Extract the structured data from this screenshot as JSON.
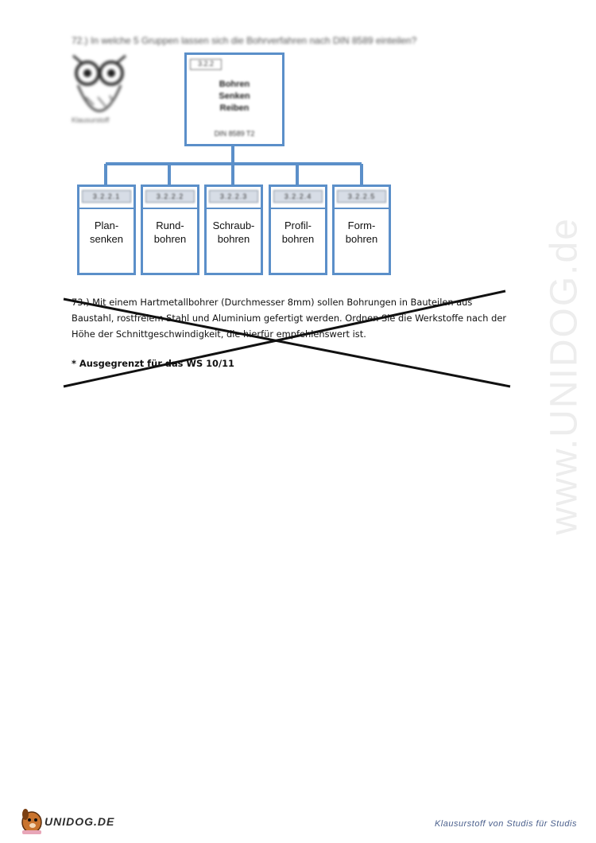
{
  "question72": {
    "text": "72.) In welche 5 Gruppen lassen sich die Bohrverfahren nach DIN 8589 einteilen?"
  },
  "owl": {
    "caption": "Klausurstoff"
  },
  "top_box": {
    "code": "3.2.2",
    "lines": [
      "Bohren",
      "Senken",
      "Reiben"
    ],
    "norm": "DIN 8589 T2"
  },
  "groups": [
    {
      "code": "3.2.2.1",
      "label": "Plan-\nsenken"
    },
    {
      "code": "3.2.2.2",
      "label": "Rund-\nbohren"
    },
    {
      "code": "3.2.2.3",
      "label": "Schraub-\nbohren"
    },
    {
      "code": "3.2.2.4",
      "label": "Profil-\nbohren"
    },
    {
      "code": "3.2.2.5",
      "label": "Form-\nbohren"
    }
  ],
  "question73": {
    "text": "73.) Mit einem Hartmetallbohrer (Durchmesser 8mm) sollen Bohrungen in Bauteilen aus Baustahl, rostfreiem Stahl und Aluminium gefertigt werden. Ordnen Sie die Werkstoffe nach der Höhe der Schnittgeschwindigkeit, die hierfür empfehlenswert ist."
  },
  "note": "* Ausgegrenzt für das WS 10/11",
  "watermark": "www.UNIDOG.de",
  "logo": {
    "text": "UNIDOG.DE"
  },
  "footer": "Klausurstoff von Studis für Studis",
  "colors": {
    "box_border": "#5b8fc9",
    "footer_text": "#4a5f8c"
  }
}
